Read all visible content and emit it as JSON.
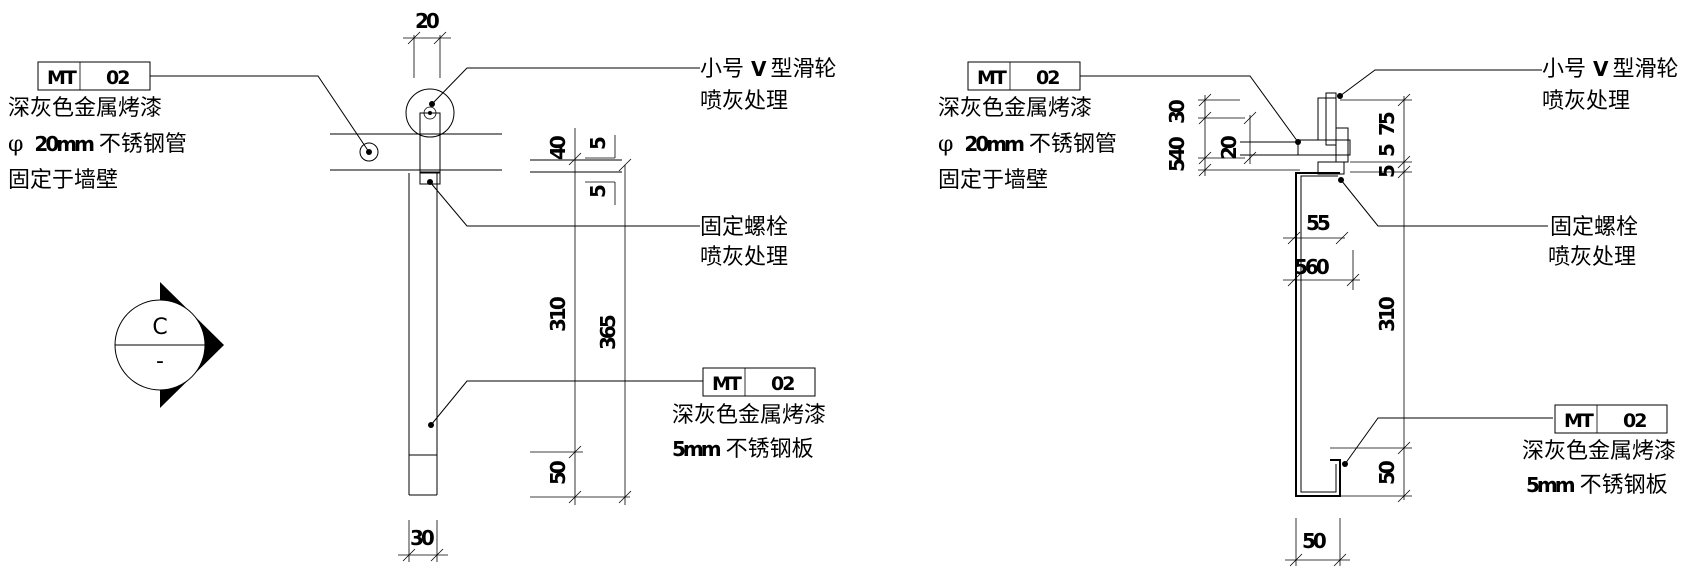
{
  "left_view": {
    "material_tag": {
      "code": "MT",
      "number": "02"
    },
    "callout_pipe": {
      "line1": "深灰色金属烤漆",
      "line2_prefix": "φ",
      "line2_dim": "20mm",
      "line2_rest": "不锈钢管",
      "line3": "固定于墙壁"
    },
    "callout_pulley": {
      "line1_prefix": "小号",
      "line1_v": "V",
      "line1_rest": "型滑轮",
      "line2": "喷灰处理"
    },
    "callout_bolt": {
      "line1": "固定螺栓",
      "line2": "喷灰处理"
    },
    "material_tag_2": {
      "code": "MT",
      "number": "02"
    },
    "callout_plate": {
      "line1": "深灰色金属烤漆",
      "line2_dim": "5mm",
      "line2_rest": "不锈钢板"
    },
    "dims": {
      "top_width": "20",
      "bottom_width": "30",
      "gap_40": "40",
      "gap_5a": "5",
      "gap_5b": "5",
      "height_310": "310",
      "height_365": "365",
      "bottom_50": "50"
    }
  },
  "right_view": {
    "material_tag": {
      "code": "MT",
      "number": "02"
    },
    "callout_pipe": {
      "line1": "深灰色金属烤漆",
      "line2_prefix": "φ",
      "line2_dim": "20mm",
      "line2_rest": "不锈钢管",
      "line3": "固定于墙壁"
    },
    "callout_pulley": {
      "line1_prefix": "小号",
      "line1_v": "V",
      "line1_rest": "型滑轮",
      "line2": "喷灰处理"
    },
    "callout_bolt": {
      "line1": "固定螺栓",
      "line2": "喷灰处理"
    },
    "material_tag_2": {
      "code": "MT",
      "number": "02"
    },
    "callout_plate": {
      "line1": "深灰色金属烤漆",
      "line2_dim": "5mm",
      "line2_rest": "不锈钢板"
    },
    "dims": {
      "d_540": "540",
      "d_30": "30",
      "d_20": "20",
      "d_5a": "5",
      "d_75": "75",
      "d_5b": "5",
      "d_55": "55",
      "d_560": "560",
      "height_310": "310",
      "bottom_50": "50",
      "bottom_width_50": "50"
    }
  },
  "section_symbol": {
    "letter": "C",
    "sheet": "-"
  }
}
